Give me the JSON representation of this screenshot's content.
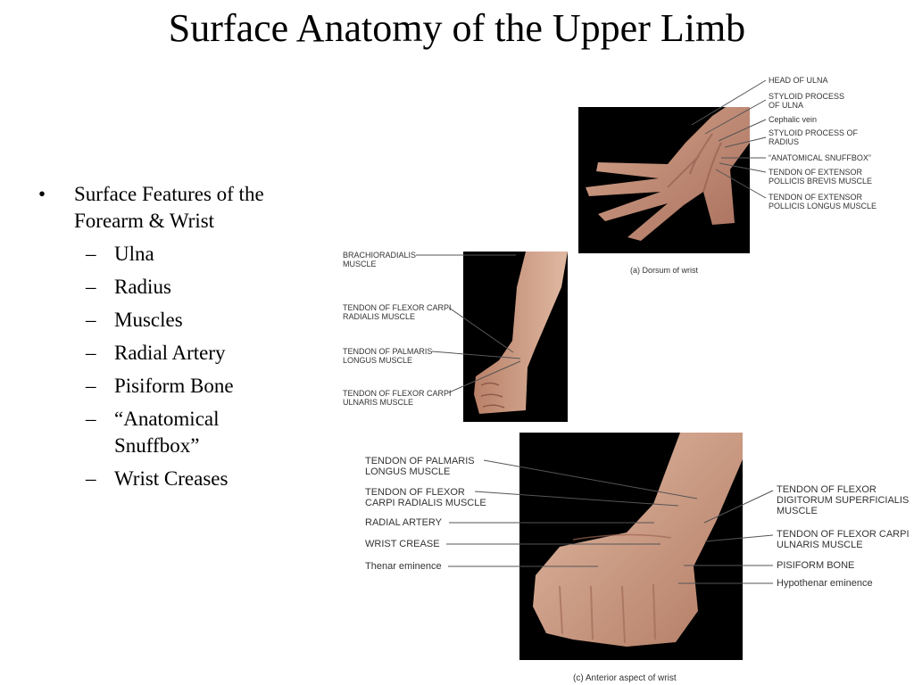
{
  "title": "Surface Anatomy of the Upper Limb",
  "bullets": {
    "main": "Surface Features of the Forearm & Wrist",
    "subs": [
      "Ulna",
      "Radius",
      "Muscles",
      "Radial Artery",
      "Pisiform Bone",
      "“Anatomical Snuffbox”",
      "Wrist Creases"
    ]
  },
  "figure_a": {
    "caption": "(a) Dorsum of wrist",
    "labels": [
      "HEAD OF ULNA",
      "STYLOID PROCESS\nOF ULNA",
      "Cephalic vein",
      "STYLOID PROCESS OF\nRADIUS",
      "“ANATOMICAL SNUFFBOX”",
      "TENDON OF EXTENSOR\nPOLLICIS BREVIS MUSCLE",
      "TENDON OF EXTENSOR\nPOLLICIS LONGUS MUSCLE"
    ]
  },
  "figure_b": {
    "labels": [
      "BRACHIORADIALIS\nMUSCLE",
      "TENDON OF FLEXOR CARPI\nRADIALIS MUSCLE",
      "TENDON OF PALMARIS\nLONGUS MUSCLE",
      "TENDON OF FLEXOR CARPI\nULNARIS MUSCLE"
    ]
  },
  "figure_c": {
    "caption": "(c) Anterior aspect of wrist",
    "left_labels": [
      "TENDON OF PALMARIS\nLONGUS MUSCLE",
      "TENDON OF FLEXOR\nCARPI RADIALIS MUSCLE",
      "RADIAL ARTERY",
      "WRIST CREASE",
      "Thenar eminence"
    ],
    "right_labels": [
      "TENDON OF FLEXOR\nDIGITORUM SUPERFICIALIS\nMUSCLE",
      "TENDON OF FLEXOR CARPI\nULNARIS MUSCLE",
      "PISIFORM BONE",
      "Hypothenar eminence"
    ]
  },
  "colors": {
    "skin": "#c9977a",
    "skin_shadow": "#a87060",
    "photo_bg": "#000000",
    "leader": "#555555"
  }
}
